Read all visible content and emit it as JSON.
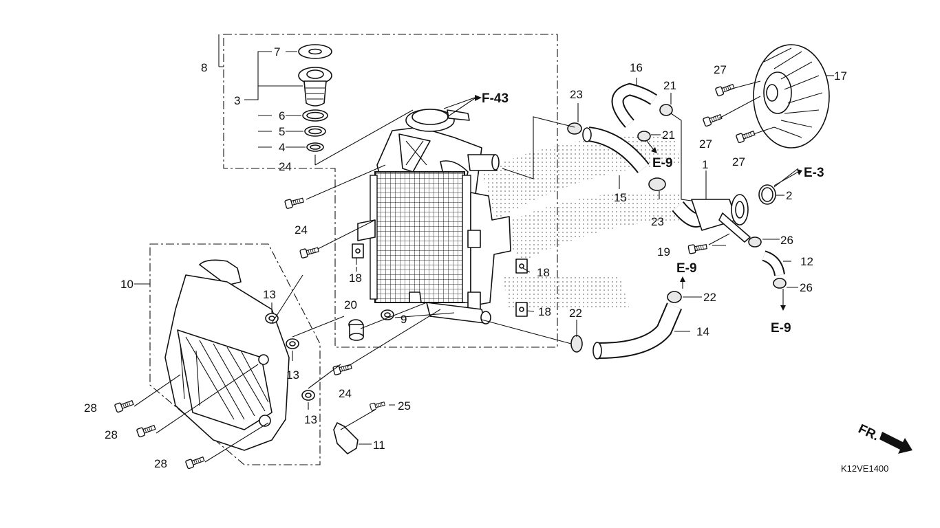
{
  "diagram_code": "K12VE1400",
  "front_indicator": "FR.",
  "references": [
    {
      "id": "ref-f43",
      "text": "F-43"
    },
    {
      "id": "ref-e9-a",
      "text": "E-9"
    },
    {
      "id": "ref-e3",
      "text": "E-3"
    },
    {
      "id": "ref-e9-b",
      "text": "E-9"
    },
    {
      "id": "ref-e9-c",
      "text": "E-9"
    }
  ],
  "callouts": [
    {
      "id": "c1",
      "text": "1"
    },
    {
      "id": "c2",
      "text": "2"
    },
    {
      "id": "c3",
      "text": "3"
    },
    {
      "id": "c4",
      "text": "4"
    },
    {
      "id": "c5",
      "text": "5"
    },
    {
      "id": "c6",
      "text": "6"
    },
    {
      "id": "c7",
      "text": "7"
    },
    {
      "id": "c8",
      "text": "8"
    },
    {
      "id": "c9",
      "text": "9"
    },
    {
      "id": "c10",
      "text": "10"
    },
    {
      "id": "c11",
      "text": "11"
    },
    {
      "id": "c12",
      "text": "12"
    },
    {
      "id": "c13a",
      "text": "13"
    },
    {
      "id": "c13b",
      "text": "13"
    },
    {
      "id": "c13c",
      "text": "13"
    },
    {
      "id": "c14",
      "text": "14"
    },
    {
      "id": "c15",
      "text": "15"
    },
    {
      "id": "c16",
      "text": "16"
    },
    {
      "id": "c17",
      "text": "17"
    },
    {
      "id": "c18a",
      "text": "18"
    },
    {
      "id": "c18b",
      "text": "18"
    },
    {
      "id": "c18c",
      "text": "18"
    },
    {
      "id": "c19",
      "text": "19"
    },
    {
      "id": "c20",
      "text": "20"
    },
    {
      "id": "c21a",
      "text": "21"
    },
    {
      "id": "c21b",
      "text": "21"
    },
    {
      "id": "c22a",
      "text": "22"
    },
    {
      "id": "c22b",
      "text": "22"
    },
    {
      "id": "c23a",
      "text": "23"
    },
    {
      "id": "c23b",
      "text": "23"
    },
    {
      "id": "c24a",
      "text": "24"
    },
    {
      "id": "c24b",
      "text": "24"
    },
    {
      "id": "c24c",
      "text": "24"
    },
    {
      "id": "c25",
      "text": "25"
    },
    {
      "id": "c26a",
      "text": "26"
    },
    {
      "id": "c26b",
      "text": "26"
    },
    {
      "id": "c27a",
      "text": "27"
    },
    {
      "id": "c27b",
      "text": "27"
    },
    {
      "id": "c27c",
      "text": "27"
    },
    {
      "id": "c28a",
      "text": "28"
    },
    {
      "id": "c28b",
      "text": "28"
    },
    {
      "id": "c28c",
      "text": "28"
    }
  ]
}
